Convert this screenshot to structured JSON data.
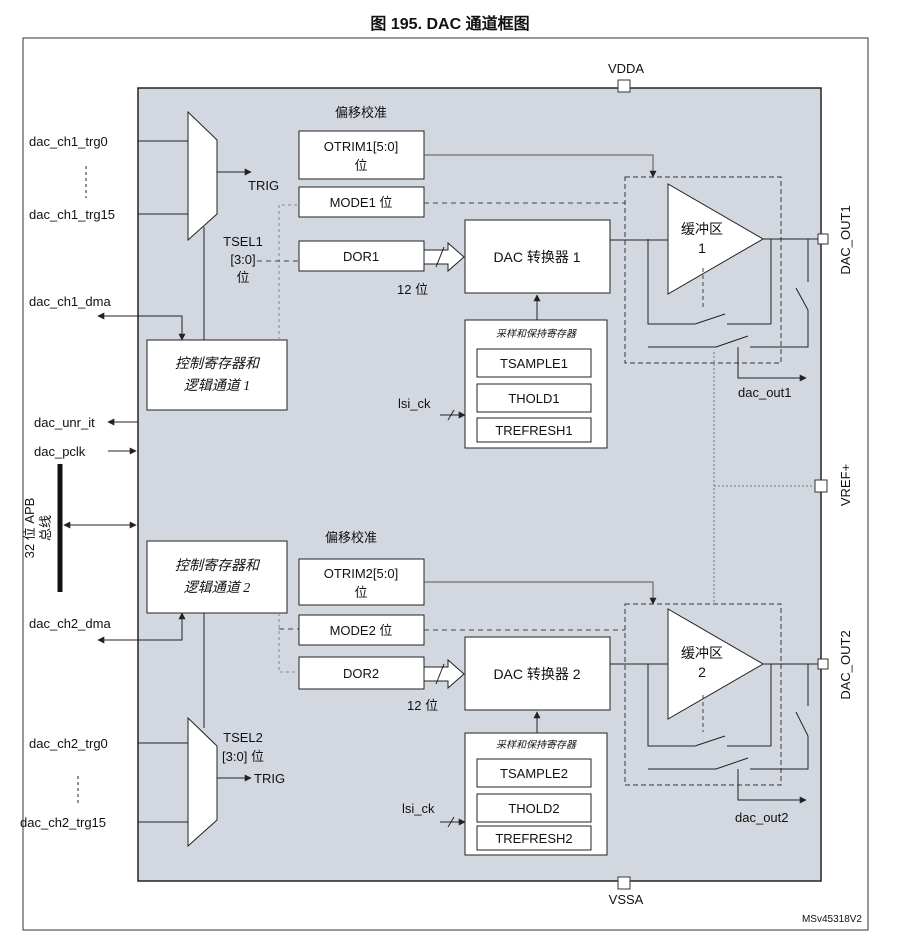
{
  "figure_title": "图 195. DAC 通道框图",
  "watermark_id": "MSv45318V2",
  "supply": {
    "vdda": "VDDA",
    "vssa": "VSSA",
    "vref": "VREF+"
  },
  "bus": {
    "apb_label": "32 位 APB",
    "apb_label2": "总线"
  },
  "left_signals": {
    "ch1_trg0": "dac_ch1_trg0",
    "ch1_trg15": "dac_ch1_trg15",
    "ch1_dma": "dac_ch1_dma",
    "unr_it": "dac_unr_it",
    "pclk": "dac_pclk",
    "ch2_dma": "dac_ch2_dma",
    "ch2_trg0": "dac_ch2_trg0",
    "ch2_trg15": "dac_ch2_trg15"
  },
  "ch1": {
    "calib": "偏移校准",
    "otrim_a": "OTRIM1[5:0]",
    "otrim_b": "位",
    "mode": "MODE1 位",
    "trig": "TRIG",
    "tsel_a": "TSEL1",
    "tsel_b": "[3:0]",
    "tsel_c": "位",
    "dor": "DOR1",
    "bits": "12 位",
    "dac": "DAC 转换器 1",
    "sh_title": "采样和保持寄存器",
    "tsample": "TSAMPLE1",
    "thold": "THOLD1",
    "trefresh": "TREFRESH1",
    "lsi": "lsi_ck",
    "buffer_a": "缓冲区",
    "buffer_b": "1",
    "ctrl_a": "控制寄存器和",
    "ctrl_b": "逻辑通道 1",
    "out_pin": "DAC_OUT1",
    "out_sig": "dac_out1"
  },
  "ch2": {
    "calib": "偏移校准",
    "otrim_a": "OTRIM2[5:0]",
    "otrim_b": "位",
    "mode": "MODE2 位",
    "trig": "TRIG",
    "tsel_a": "TSEL2",
    "tsel_b": "[3:0] 位",
    "dor": "DOR2",
    "bits": "12 位",
    "dac": "DAC 转换器 2",
    "sh_title": "采样和保持寄存器",
    "tsample": "TSAMPLE2",
    "thold": "THOLD2",
    "trefresh": "TREFRESH2",
    "lsi": "lsi_ck",
    "buffer_a": "缓冲区",
    "buffer_b": "2",
    "ctrl_a": "控制寄存器和",
    "ctrl_b": "逻辑通道 2",
    "out_pin": "DAC_OUT2",
    "out_sig": "dac_out2"
  }
}
